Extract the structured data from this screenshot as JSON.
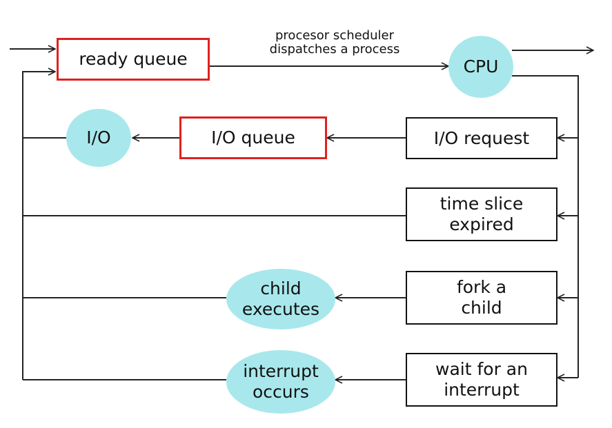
{
  "colors": {
    "accent_box_border": "#e02020",
    "circle_fill": "#a8e8ec",
    "line": "#222222"
  },
  "nodes": {
    "ready_queue": "ready queue",
    "cpu": "CPU",
    "io": "I/O",
    "io_queue": "I/O queue",
    "io_request": "I/O request",
    "time_slice": "time slice\nexpired",
    "fork_child": "fork a\nchild",
    "child_executes": "child\nexecutes",
    "wait_interrupt": "wait for an\ninterrupt",
    "interrupt_occurs": "interrupt\noccurs"
  },
  "annotations": {
    "dispatch": "procesor scheduler\ndispatches a process"
  }
}
